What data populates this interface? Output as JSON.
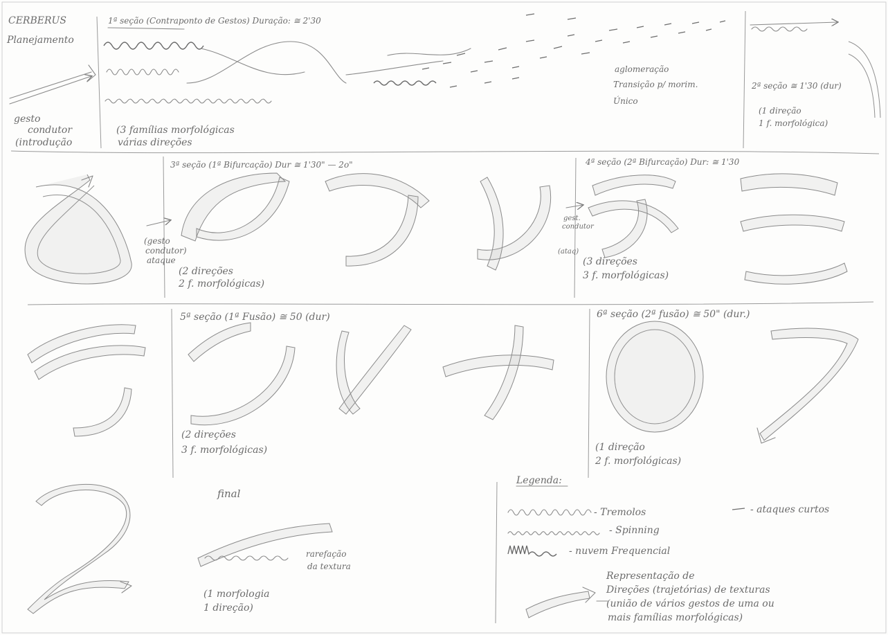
{
  "title": {
    "line1": "CERBERUS",
    "line2": "Planejamento"
  },
  "intro": {
    "line1": "gesto",
    "line2": "condutor",
    "line3": "(introdução"
  },
  "sec1": {
    "heading": "1ª seção (Contraponto de Gestos) Duração: ≅ 2'30",
    "note1": "(3 famílias morfológicas",
    "note2": "várias direções",
    "agl1": "aglomeração",
    "agl2": "Transição p/ morim.",
    "agl3": "Único"
  },
  "sec2": {
    "heading": "2ª seção ≅ 1'30 (dur)",
    "note1": "(1 direção",
    "note2": "1 f. morfológica)"
  },
  "sec3": {
    "heading": "3ª seção (1ª Bifurcação) Dur ≅ 1'30\" — 2o\"",
    "cond1": "(gesto",
    "cond2": "condutor)",
    "cond3": "ataque",
    "note1": "(2 direções",
    "note2": "2 f. morfológicas)"
  },
  "sec4": {
    "heading": "4ª seção (2ª Bifurcação) Dur: ≅ 1'30",
    "cond1": "gest.",
    "cond2": "condutor",
    "cond3": "(ataq)",
    "note1": "(3 direções",
    "note2": "3 f. morfológicas)"
  },
  "sec5": {
    "heading": "5ª seção (1ª Fusão) ≅ 50 (dur)",
    "note1": "(2 direções",
    "note2": "3 f. morfológicas)"
  },
  "sec6": {
    "heading": "6ª seção (2ª fusão) ≅ 50\" (dur.)",
    "note1": "(1 direção",
    "note2": "2 f. morfológicas)"
  },
  "final": {
    "heading": "final",
    "rar1": "rarefação",
    "rar2": "da textura",
    "note1": "(1 morfologia",
    "note2": "1 direção)"
  },
  "legend": {
    "heading": "Legenda:",
    "tremolos": "- Tremolos",
    "spinning": "- Spinning",
    "nuvem": "- nuvem Frequencial",
    "ataques": "- ataques curtos",
    "rep1": "Representação de",
    "rep2": "Direções (trajetórias) de texturas",
    "rep3": "(união de vários gestos de uma ou",
    "rep4": "mais famílias morfológicas)"
  }
}
